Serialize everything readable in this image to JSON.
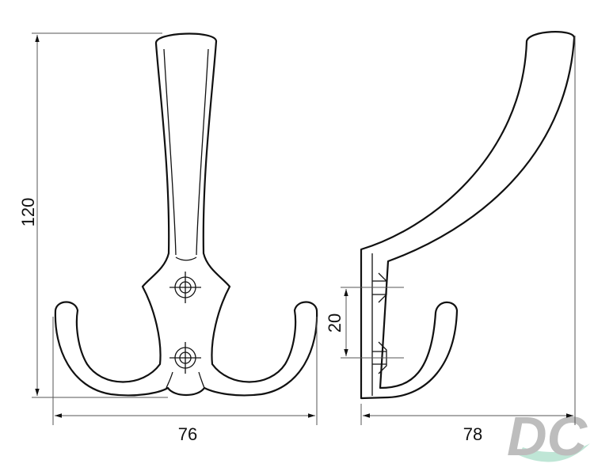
{
  "dimensions": {
    "front_height": "120",
    "front_width": "76",
    "side_depth": "78",
    "hole_spacing": "20"
  },
  "logo": {
    "text": "DC",
    "colors": {
      "letters": "#b8b8b8",
      "swoosh": "#bfe6d6"
    }
  },
  "colors": {
    "line": "#111111",
    "dimension": "#555555"
  }
}
